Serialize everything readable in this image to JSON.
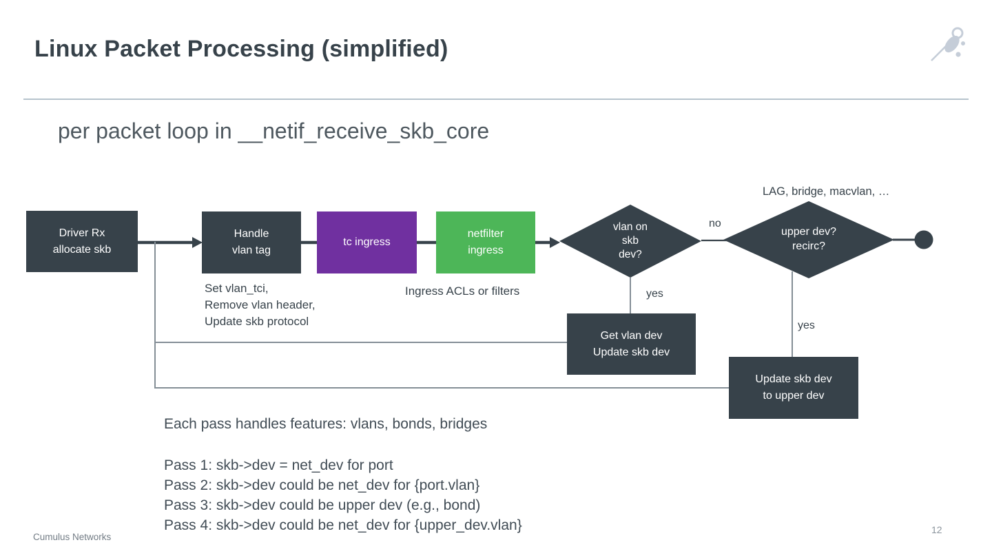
{
  "slide": {
    "title": "Linux Packet Processing (simplified)",
    "subtitle": "per packet loop in __netif_receive_skb_core",
    "footer": {
      "company": "Cumulus Networks",
      "page_number": "12"
    },
    "logo_icon": "cumulus-rocket-icon"
  },
  "colors": {
    "node_dark": "#37424A",
    "node_purple": "#7030A0",
    "node_green": "#4DB658",
    "connector_gray": "#848E96",
    "header_rule": "#B5C3CD"
  },
  "flowchart": {
    "nodes": {
      "driver_rx": "Driver Rx\nallocate skb",
      "handle_vlan_tag": "Handle\nvlan tag",
      "tc_ingress": "tc ingress",
      "netfilter_ingress": "netfilter\ningress",
      "vlan_on_skb_dev": "vlan on\nskb\ndev?",
      "upper_dev_recirc": "upper dev?\nrecirc?",
      "get_vlan_dev": "Get vlan dev\nUpdate skb dev",
      "update_skb_dev_upper": "Update skb dev\nto upper dev"
    },
    "edge_labels": {
      "no": "no",
      "yes_vlan": "yes",
      "yes_upper": "yes"
    },
    "annotations": {
      "upper_devs": "LAG, bridge, macvlan, …",
      "vlan_note": "Set vlan_tci,\nRemove vlan header,\nUpdate skb protocol",
      "ingress_note": "Ingress ACLs or filters"
    }
  },
  "notes": {
    "each_pass": "Each pass handles features: vlans, bonds, bridges",
    "passes": [
      "Pass 1: skb->dev = net_dev for port",
      "Pass 2: skb->dev could be net_dev for {port.vlan}",
      "Pass 3: skb->dev could be upper dev (e.g., bond)",
      "Pass 4: skb->dev could be net_dev for {upper_dev.vlan}"
    ]
  }
}
